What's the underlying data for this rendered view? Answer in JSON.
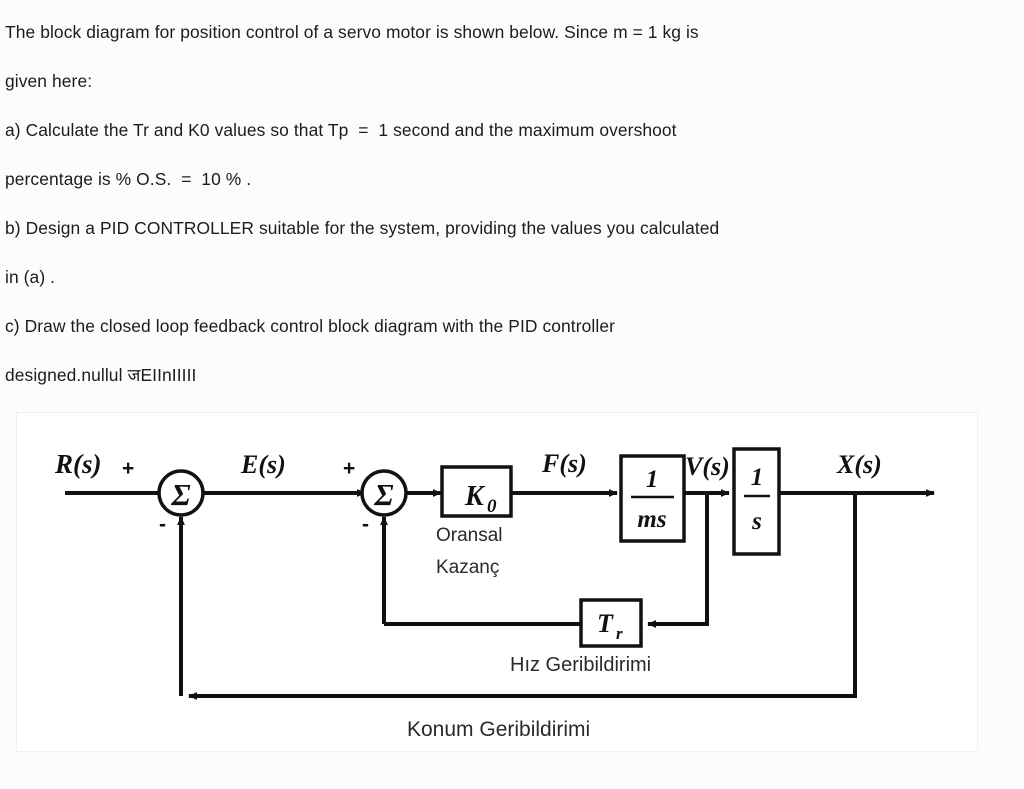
{
  "document": {
    "paragraphs": [
      "The block diagram for position control of a servo motor is shown below. Since m = 1 kg is",
      "given here:",
      "a) Calculate the Tr and K0 values so that Tp  =  1 second and the maximum overshoot",
      "percentage is % O.S.  =  10 % .",
      "b) Design a PID CONTROLLER suitable for the system, providing the values you calculated",
      "in (a) .",
      "c) Draw the closed loop feedback control block diagram with the PID controller",
      "designed.nullul जEIInIIIII"
    ]
  },
  "diagram": {
    "input_label": "R(s)",
    "error_label": "E(s)",
    "force_label": "F(s)",
    "velocity_label": "V(s)",
    "output_label": "X(s)",
    "sum1_plus": "+",
    "sum1_minus": "-",
    "sum2_plus": "+",
    "sum2_minus": "-",
    "sigma_glyph": "Σ",
    "gain_block": {
      "label": "K",
      "subscript": "0",
      "caption_line1": "Oransal",
      "caption_line2": "Kazanç"
    },
    "plant_block": {
      "numerator": "1",
      "denominator": "ms"
    },
    "integrator_block": {
      "numerator": "1",
      "denominator": "s"
    },
    "tacho_block": {
      "label": "T",
      "subscript": "r",
      "caption": "Hız Geribildirimi"
    },
    "position_feedback_caption": "Konum  Geribildirimi"
  },
  "colors": {
    "page_background": "#fcfcfc",
    "figure_background": "#ffffff",
    "figure_border": "#f0f0f0",
    "text": "#1c1c1c",
    "line": "#111111"
  }
}
